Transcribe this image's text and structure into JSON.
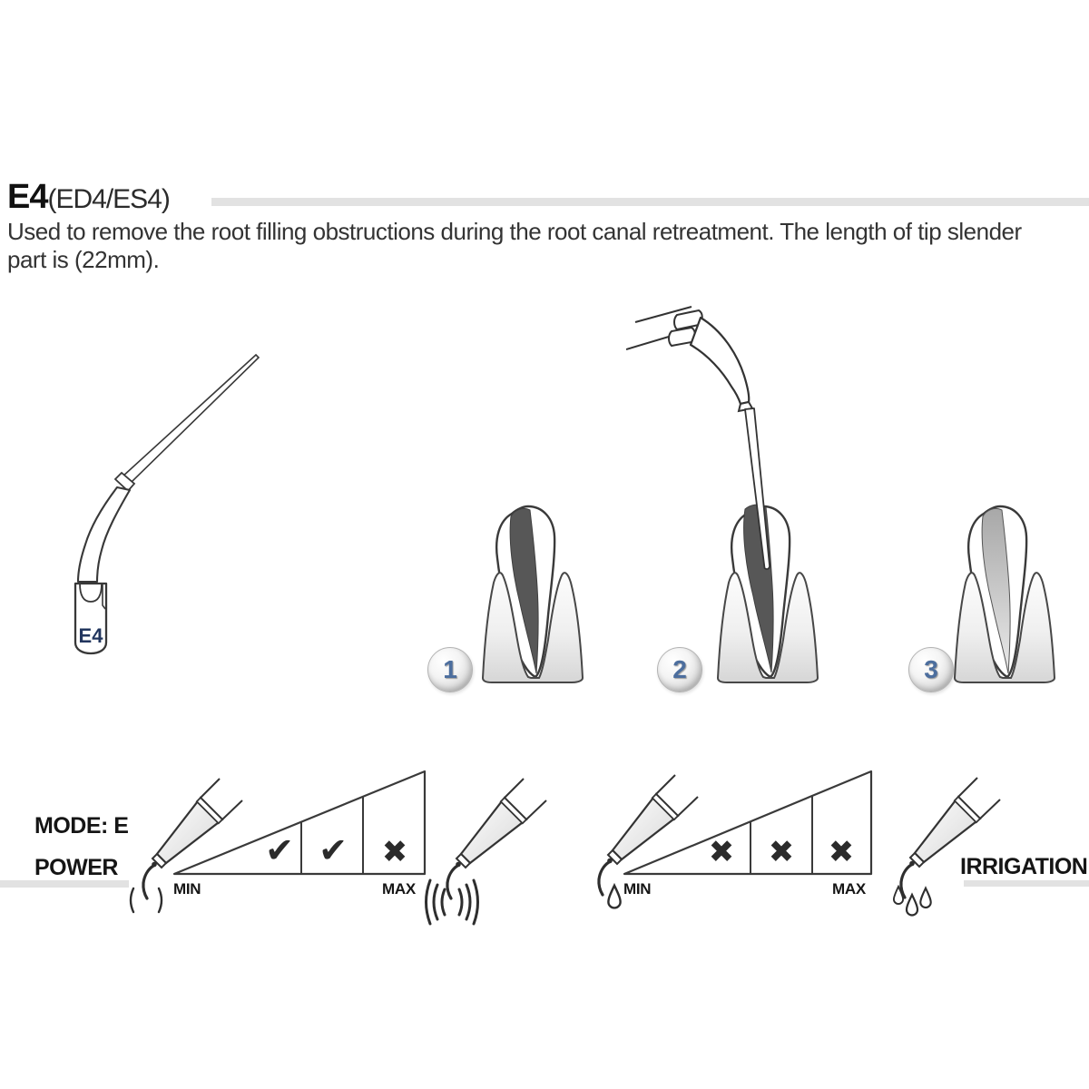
{
  "header": {
    "model": "E4",
    "variants": "(ED4/ES4)",
    "description": "Used to remove the root filling obstructions during the root canal retreatment. The length of tip slender part is (22mm)."
  },
  "tip_drawing": {
    "label": "E4"
  },
  "steps": [
    {
      "number": "1"
    },
    {
      "number": "2"
    },
    {
      "number": "3"
    }
  ],
  "power_chart": {
    "mode_label": "MODE: E",
    "power_label": "POWER",
    "min_label": "MIN",
    "max_label": "MAX",
    "marks": [
      "✔",
      "✔",
      "✖"
    ]
  },
  "irrigation_chart": {
    "label": "IRRIGATION",
    "min_label": "MIN",
    "max_label": "MAX",
    "marks": [
      "✖",
      "✖",
      "✖"
    ]
  },
  "icons": {
    "vibration_low": "( )",
    "vibration_high": "((( )))",
    "irrigation_low": "single-water-drop",
    "irrigation_high": "triple-water-drops"
  },
  "colors": {
    "rule_gray": "#e2e2e2",
    "outline": "#3a3a3a",
    "canal_filled": "#575757",
    "canal_cleaned": "#bdbdbd",
    "step_number_blue": "#4c6e9e",
    "tip_label_navy": "#22365e"
  }
}
